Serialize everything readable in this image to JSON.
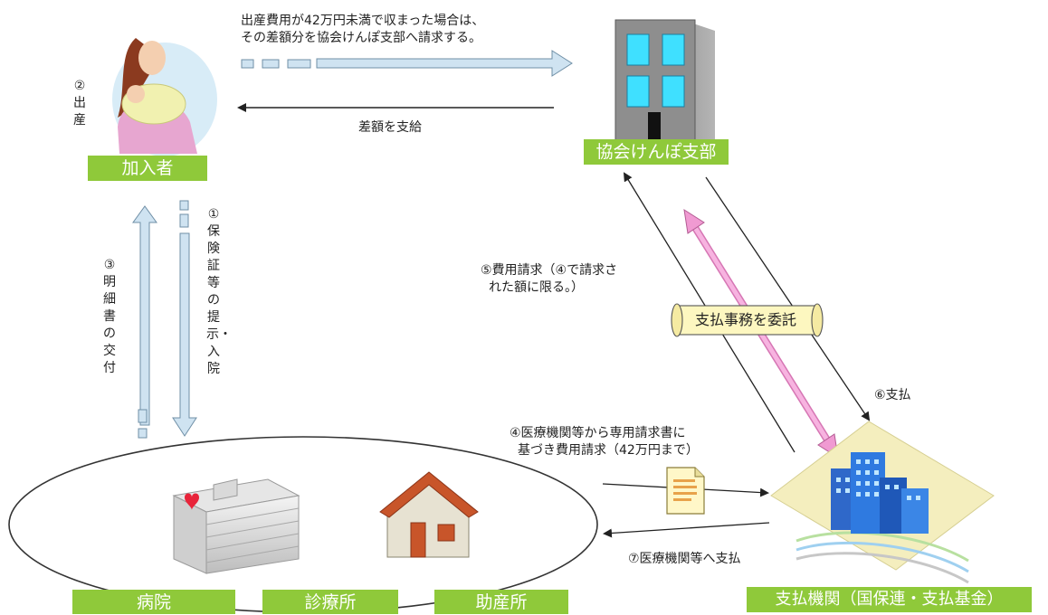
{
  "labels": {
    "member": "加入者",
    "branch": "協会けんぽ支部",
    "payer": "支払機関（国保連・支払基金）",
    "hospital": "病院",
    "clinic": "診療所",
    "midwife": "助産所"
  },
  "texts": {
    "claim_difference_line1": "出産費用が42万円未満で収まった場合は、",
    "claim_difference_line2": "その差額分を協会けんぽ支部へ請求する。",
    "pay_difference": "差額を支給",
    "birth": "②出産",
    "statement": "③明細書の交付",
    "admission": "①保険証等の提示・入院",
    "cost_claim_line1": "⑤費用請求（④で請求さ",
    "cost_claim_line2": "れた額に限る。）",
    "outsourcing": "支払事務を委託",
    "payment": "⑥支払",
    "institution_claim_line1": "④医療機関等から専用請求書に",
    "institution_claim_line2": "基づき費用請求（42万円まで）",
    "institution_payment": "⑦医療機関等へ支払"
  },
  "colors": {
    "label_green": "#8fc93a",
    "arrow_blue": "#b9d6ea",
    "pink_arrow": "#f09ad2",
    "scroll_fill": "#fdf7c0"
  },
  "icons": {
    "member": "mother-with-baby-icon",
    "branch": "office-building-icon",
    "payer": "city-buildings-icon",
    "hospital": "hospital-building-icon",
    "clinic": "house-icon",
    "document": "document-icon"
  }
}
